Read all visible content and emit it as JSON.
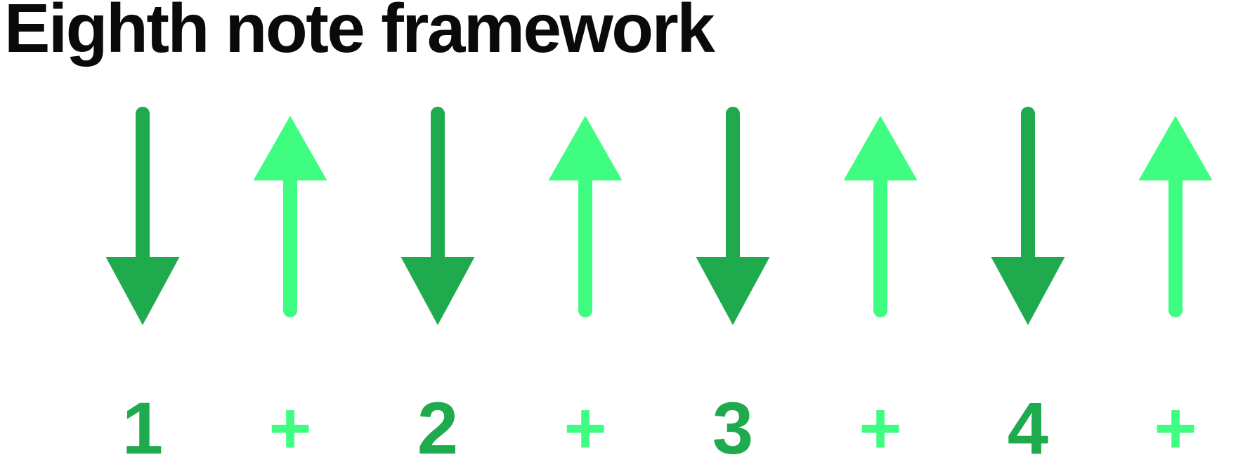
{
  "title": "Eighth note framework",
  "colors": {
    "background": "#ffffff",
    "title_text": "#0a0a0a",
    "downbeat_green": "#1faa4d",
    "upbeat_green": "#3ffd80"
  },
  "diagram": {
    "arrow_count": 8,
    "arrows": [
      {
        "direction": "down",
        "tone": "downbeat",
        "label": "1"
      },
      {
        "direction": "up",
        "tone": "upbeat",
        "label": "+"
      },
      {
        "direction": "down",
        "tone": "downbeat",
        "label": "2"
      },
      {
        "direction": "up",
        "tone": "upbeat",
        "label": "+"
      },
      {
        "direction": "down",
        "tone": "downbeat",
        "label": "3"
      },
      {
        "direction": "up",
        "tone": "upbeat",
        "label": "+"
      },
      {
        "direction": "down",
        "tone": "downbeat",
        "label": "4"
      },
      {
        "direction": "up",
        "tone": "upbeat",
        "label": "+"
      }
    ]
  }
}
